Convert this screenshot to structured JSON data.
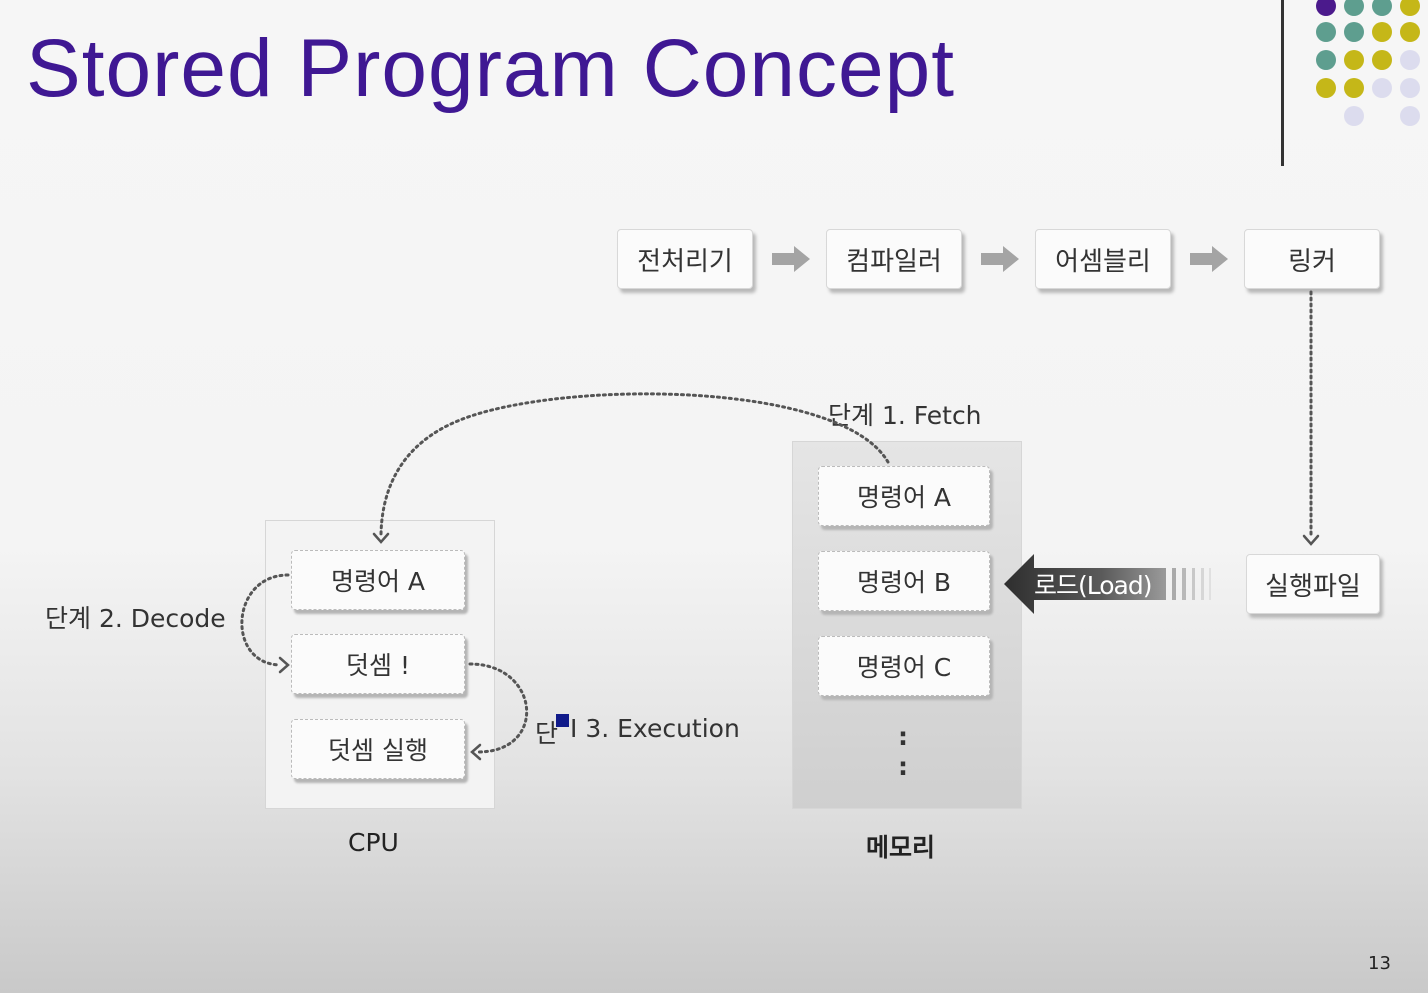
{
  "slide": {
    "title": "Stored Program Concept",
    "page_number": "13"
  },
  "pipeline": {
    "steps": [
      "전처리기",
      "컴파일러",
      "어셈블리",
      "링커"
    ],
    "executable": "실행파일"
  },
  "load": {
    "label": "로드(Load)"
  },
  "cpu": {
    "caption": "CPU",
    "instructions": [
      "명령어 A",
      "덧셈 !",
      "덧셈 실행"
    ]
  },
  "memory": {
    "caption": "메모리",
    "instructions": [
      "명령어 A",
      "명령어 B",
      "명령어 C"
    ],
    "ellipsis": ":"
  },
  "stages": {
    "fetch": "단계 1. Fetch",
    "decode": "단계 2. Decode",
    "execution_prefix": "단",
    "execution_suffix": "I 3. Execution"
  },
  "colors": {
    "title": "#3f1893",
    "dot_purple": "#4b1a8c",
    "dot_teal": "#5e9e8f",
    "dot_olive": "#c5b718",
    "dot_lavender": "#dcdcee"
  }
}
